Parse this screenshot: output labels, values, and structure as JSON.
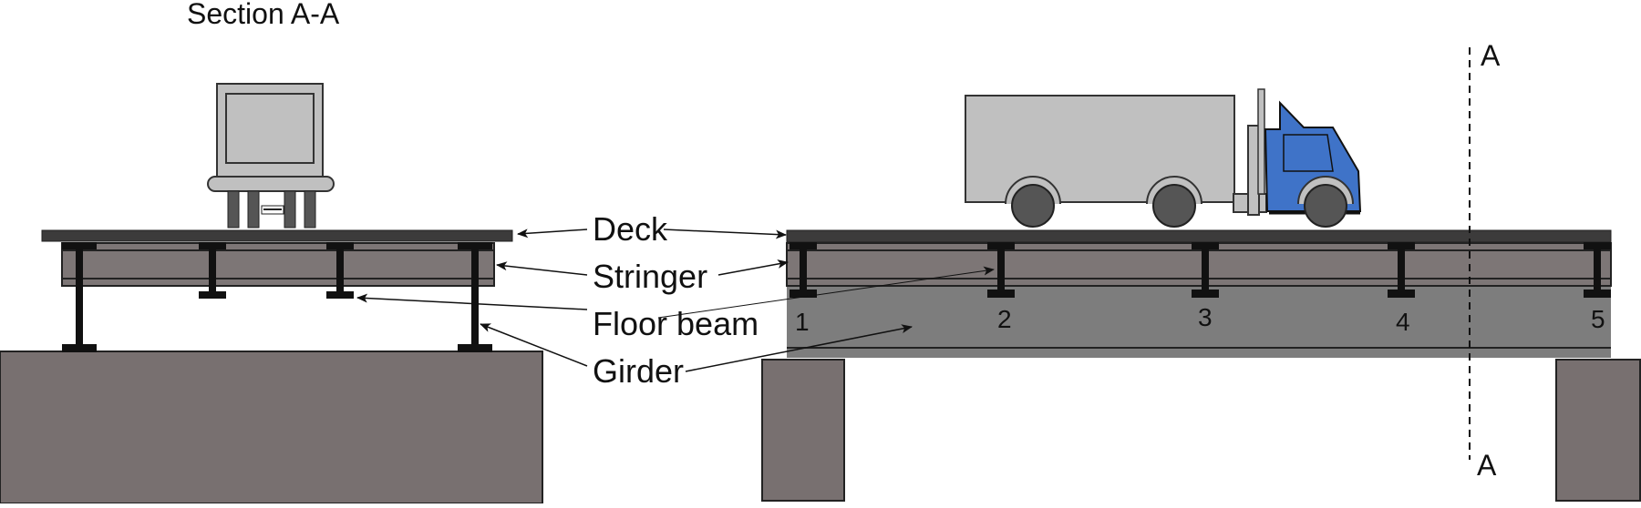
{
  "section_title": "Section A-A",
  "labels": {
    "deck": "Deck",
    "stringer": "Stringer",
    "floor_beam": "Floor beam",
    "girder": "Girder"
  },
  "section_marks": {
    "top": "A",
    "bottom": "A"
  },
  "floor_beam_numbers": [
    "1",
    "2",
    "3",
    "4",
    "5"
  ],
  "colors": {
    "deck": "#3c3b3b",
    "stringer": "#7d7676",
    "girder": "#7d7d7d",
    "abutment": "#787070",
    "steel": "#111111",
    "trailer": "#c0c0c0",
    "cab": "#3f73c8"
  }
}
